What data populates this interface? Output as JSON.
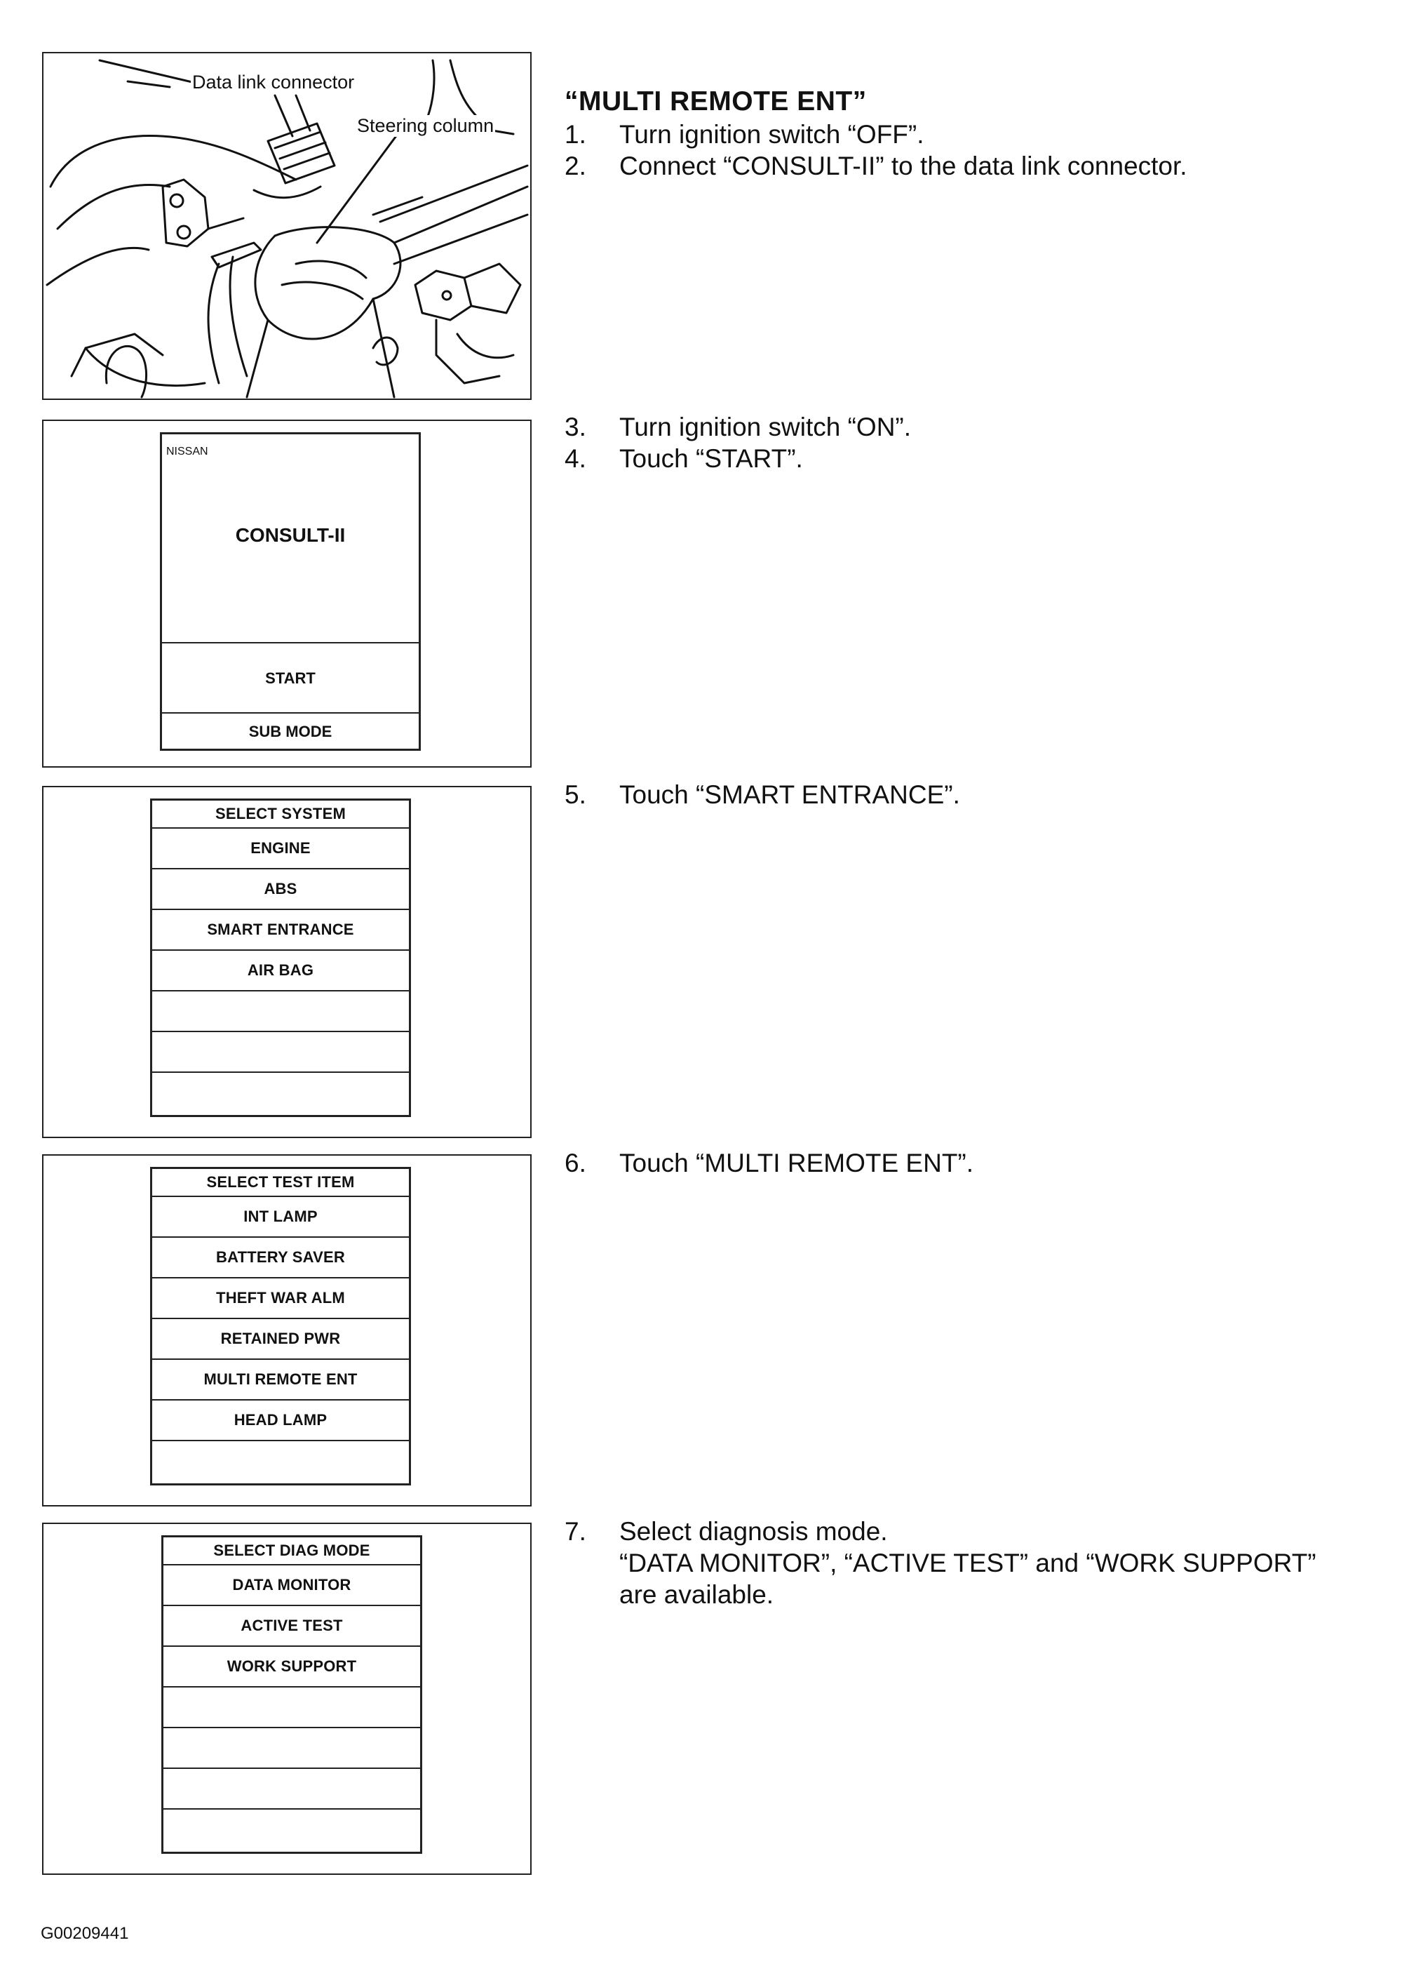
{
  "section_title": "“MULTI REMOTE ENT”",
  "figure1": {
    "callout_connector": "Data link connector",
    "callout_column": "Steering column"
  },
  "steps": [
    {
      "num": "1.",
      "text": "Turn ignition switch “OFF”."
    },
    {
      "num": "2.",
      "text": "Connect “CONSULT-II” to the data link connector."
    },
    {
      "num": "3.",
      "text": "Turn ignition switch “ON”."
    },
    {
      "num": "4.",
      "text": "Touch “START”."
    },
    {
      "num": "5.",
      "text": "Touch “SMART ENTRANCE”."
    },
    {
      "num": "6.",
      "text": "Touch “MULTI REMOTE ENT”."
    },
    {
      "num": "7.",
      "text": "Select diagnosis mode.",
      "sub1": "“DATA MONITOR”, “ACTIVE TEST” and “WORK SUPPORT”",
      "sub2": "are available."
    }
  ],
  "consult_screen": {
    "brand": "NISSAN",
    "title": "CONSULT-II",
    "start": "START",
    "sub_mode": "SUB MODE"
  },
  "select_system": {
    "header": "SELECT SYSTEM",
    "items": [
      "ENGINE",
      "ABS",
      "SMART ENTRANCE",
      "AIR BAG",
      "",
      "",
      ""
    ]
  },
  "select_test_item": {
    "header": "SELECT TEST ITEM",
    "items": [
      "INT LAMP",
      "BATTERY SAVER",
      "THEFT WAR ALM",
      "RETAINED PWR",
      "MULTI REMOTE ENT",
      "HEAD LAMP",
      ""
    ]
  },
  "select_diag_mode": {
    "header": "SELECT DIAG MODE",
    "items": [
      "DATA MONITOR",
      "ACTIVE TEST",
      "WORK SUPPORT",
      "",
      "",
      "",
      ""
    ]
  },
  "figure_id": "G00209441"
}
